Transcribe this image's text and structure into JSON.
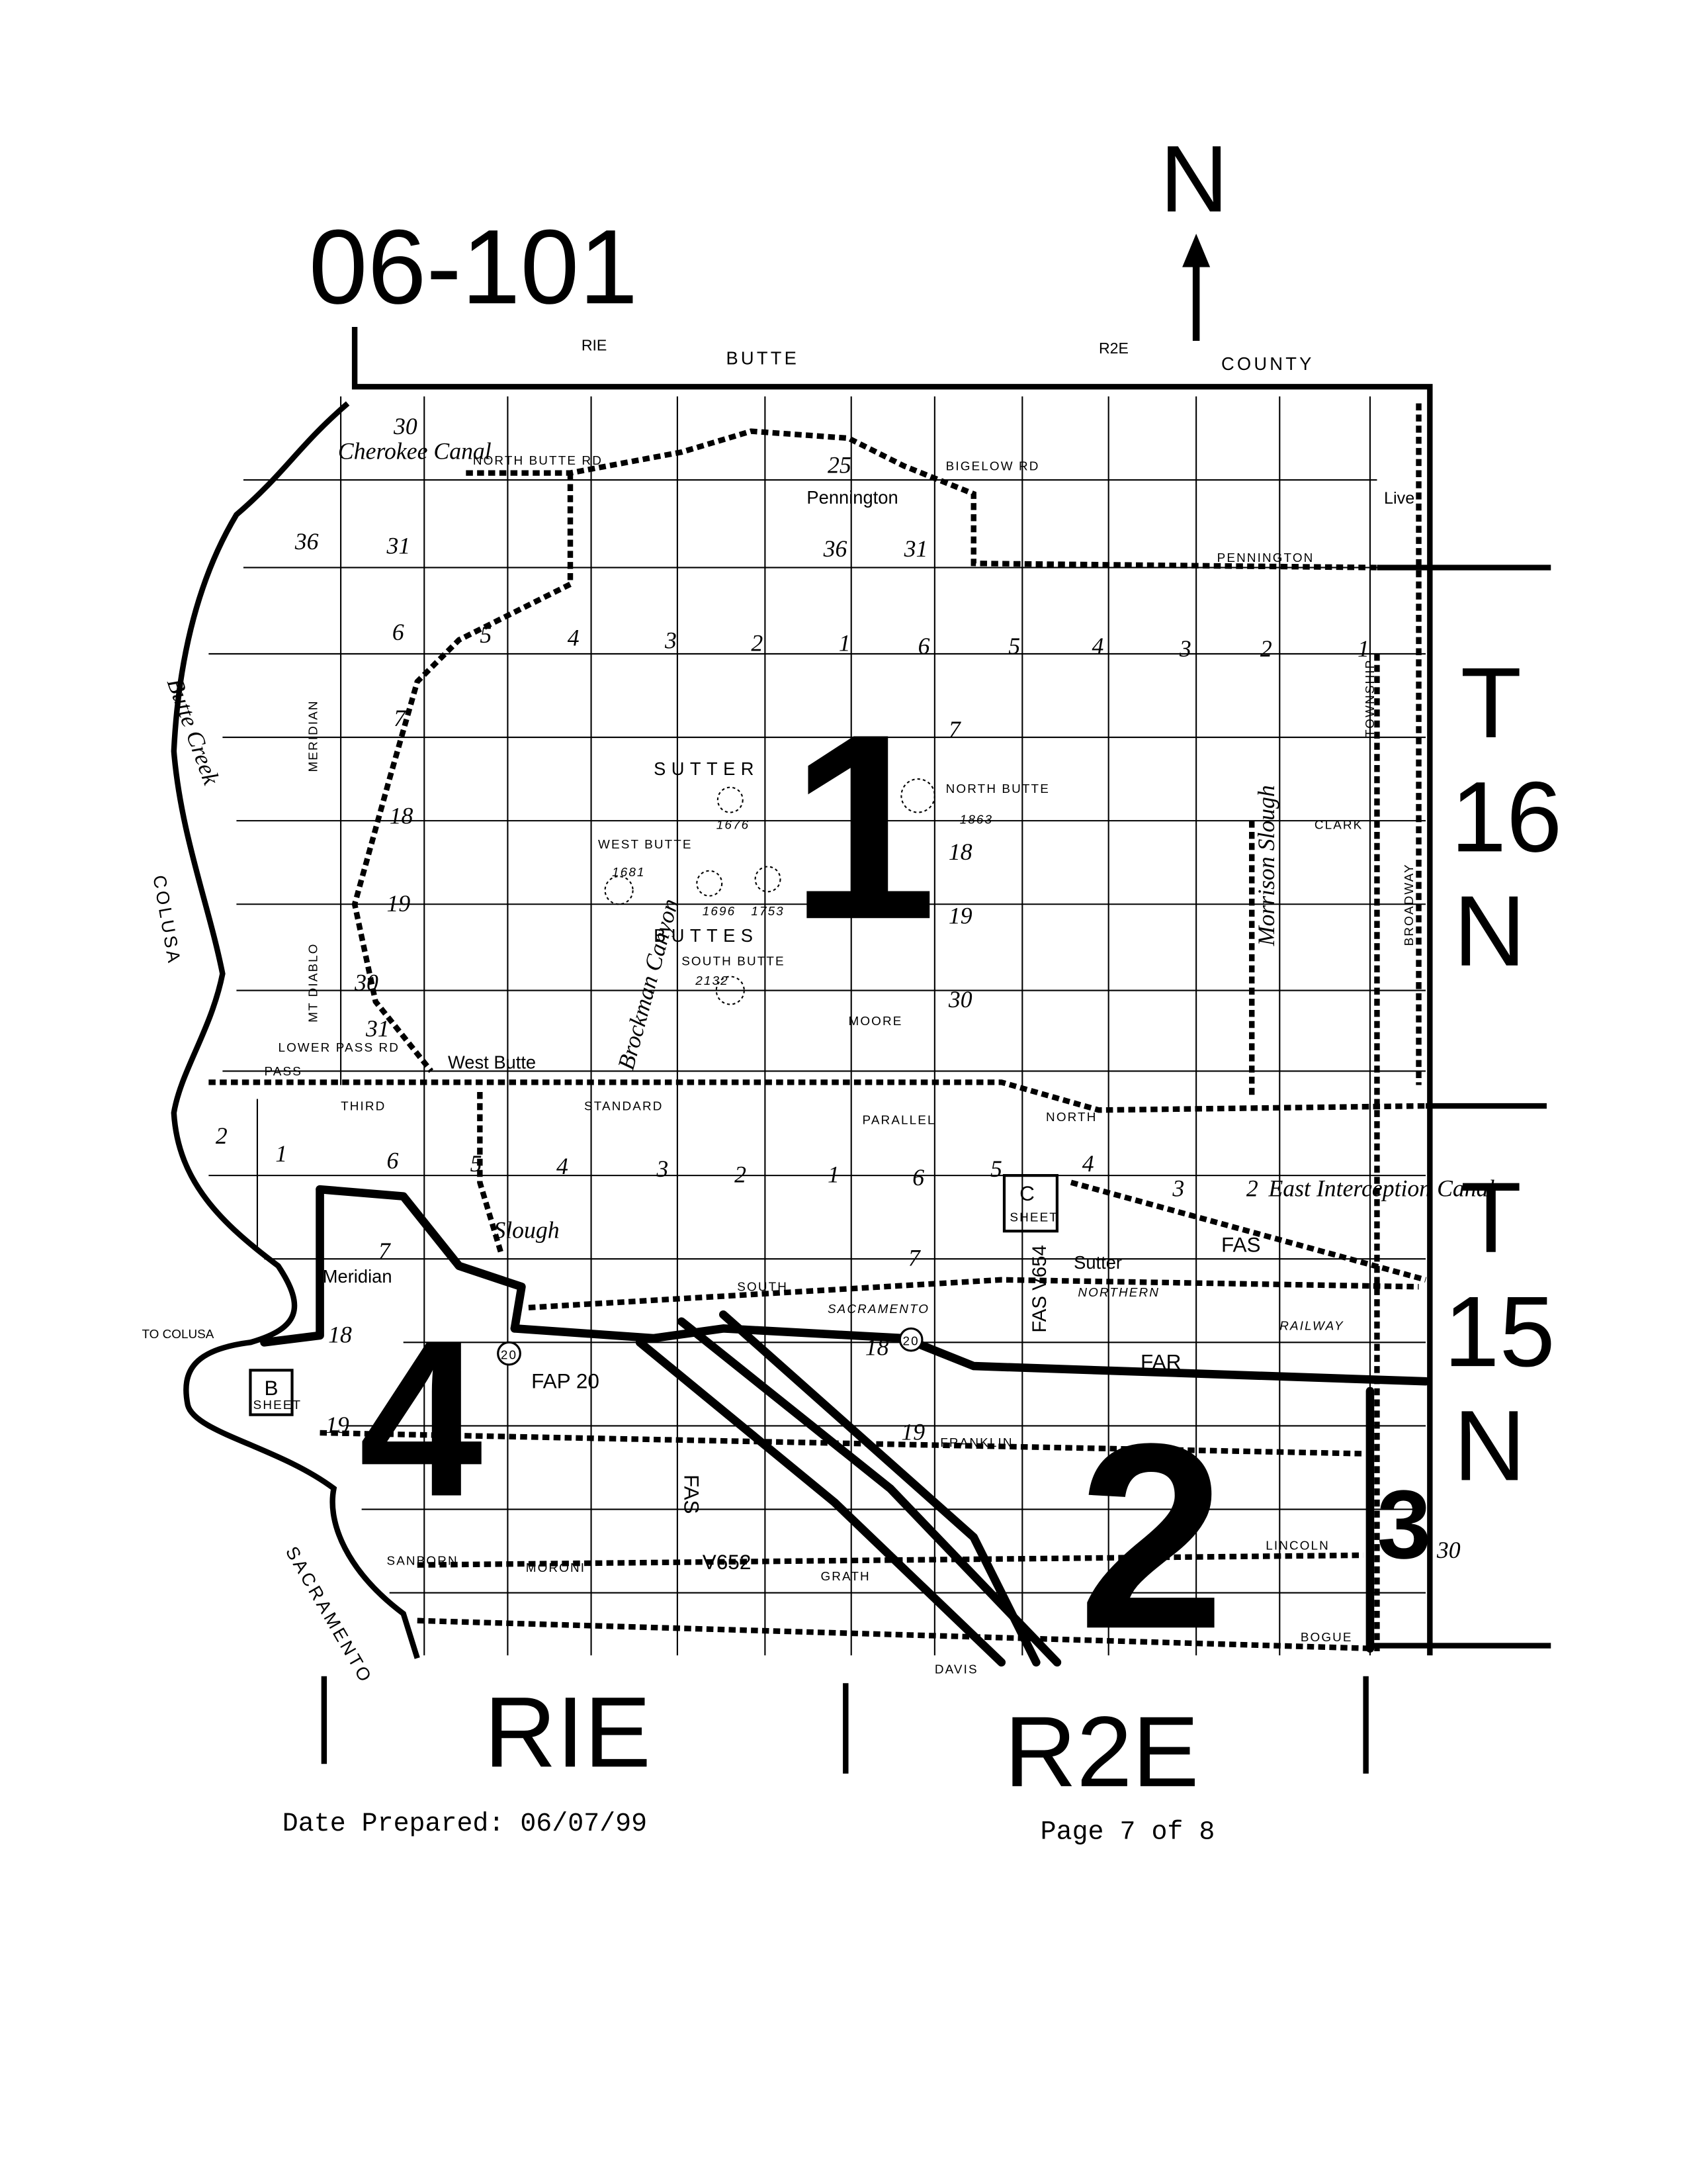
{
  "header": {
    "map_id": "06-101",
    "north": "N"
  },
  "border_labels": {
    "range_top_left": "RIE",
    "county_top": "BUTTE",
    "range_top_right": "R2E",
    "county_word": "COUNTY",
    "county_left": "COLUSA",
    "county_bottom": "SACRAMENTO",
    "to_colusa": "TO COLUSA"
  },
  "township": {
    "t16": [
      "T",
      "16",
      "N"
    ],
    "t15": [
      "T",
      "15",
      "N"
    ]
  },
  "zones": [
    "1",
    "2",
    "3",
    "4"
  ],
  "ranges_bottom": [
    "RIE",
    "R2E"
  ],
  "places": {
    "pennington": "Pennington",
    "live_oak": "Live",
    "west_butte_town": "West Butte",
    "meridian": "Meridian",
    "sutter": "Sutter",
    "sutter_buttes_1": "SUTTER",
    "sutter_buttes_2": "BUTTES"
  },
  "peaks": [
    {
      "name": "NORTH BUTTE",
      "elev": "1863"
    },
    {
      "name": "WEST BUTTE",
      "elev": "1681"
    },
    {
      "name": "SOUTH BUTTE",
      "elev": "2132"
    },
    {
      "name": "",
      "elev": "1676"
    },
    {
      "name": "",
      "elev": "1696"
    },
    {
      "name": "",
      "elev": "1753"
    }
  ],
  "routes": {
    "fap20_a": "FAP 20",
    "fap20_b": "FAR",
    "fas_v652": "V652",
    "fas_v652_label": "FAS",
    "fas_v654": "FAS V654",
    "fas_east": "FAS",
    "sheet_c": "C",
    "sheet_c_word": "SHEET",
    "sheet_b": "B",
    "sheet_b_word": "SHEET",
    "shield_20": "20"
  },
  "roads": {
    "standard_parallel": [
      "THIRD",
      "STANDARD",
      "PARALLEL",
      "NORTH"
    ],
    "pass": "PASS",
    "lower_pass": "LOWER PASS RD",
    "north_butte_rd": "NORTH BUTTE RD",
    "bigelow": "BIGELOW RD",
    "pennington_rd": "PENNINGTON",
    "clark": "CLARK",
    "franklin": "FRANKLIN",
    "lincoln": "LINCOLN",
    "bogue": "BOGUE",
    "sacramento": "SACRAMENTO",
    "northern": "NORTHERN",
    "railway": "RAILWAY",
    "south": "SOUTH",
    "moroni": "MORONI",
    "grath": "GRATH",
    "davis": "DAVIS",
    "meridian_rd": "MERIDIAN",
    "mt_diablo": "MT DIABLO",
    "broadway": "BROADWAY",
    "township": "TOWNSHIP",
    "east_interception_canal": "East Interception Canal",
    "cherokee_canal": "Cherokee Canal",
    "butte_creek": "Butte Creek",
    "sanborn": "SANBORN",
    "slough": "Slough",
    "brockman_canyon": "Brockman Canyon",
    "moore": "MOORE",
    "morrison_slough": "Morrison Slough"
  },
  "section_numbers": {
    "row_top": [
      "36",
      "31",
      "6",
      "5",
      "4",
      "3",
      "2",
      "1",
      "6",
      "5",
      "4",
      "3",
      "2",
      "1"
    ],
    "row_mid": [
      "2",
      "1",
      "6",
      "5",
      "4",
      "3",
      "2",
      "1",
      "6",
      "5",
      "4",
      "3",
      "2"
    ],
    "misc": [
      "30",
      "25",
      "36",
      "31",
      "7",
      "18",
      "19",
      "30",
      "31",
      "7",
      "18",
      "19",
      "30",
      "7",
      "18",
      "19",
      "7",
      "18",
      "19",
      "30"
    ]
  },
  "footer": {
    "date_prepared": "Date Prepared: 06/07/99",
    "page": "Page 7 of 8"
  }
}
